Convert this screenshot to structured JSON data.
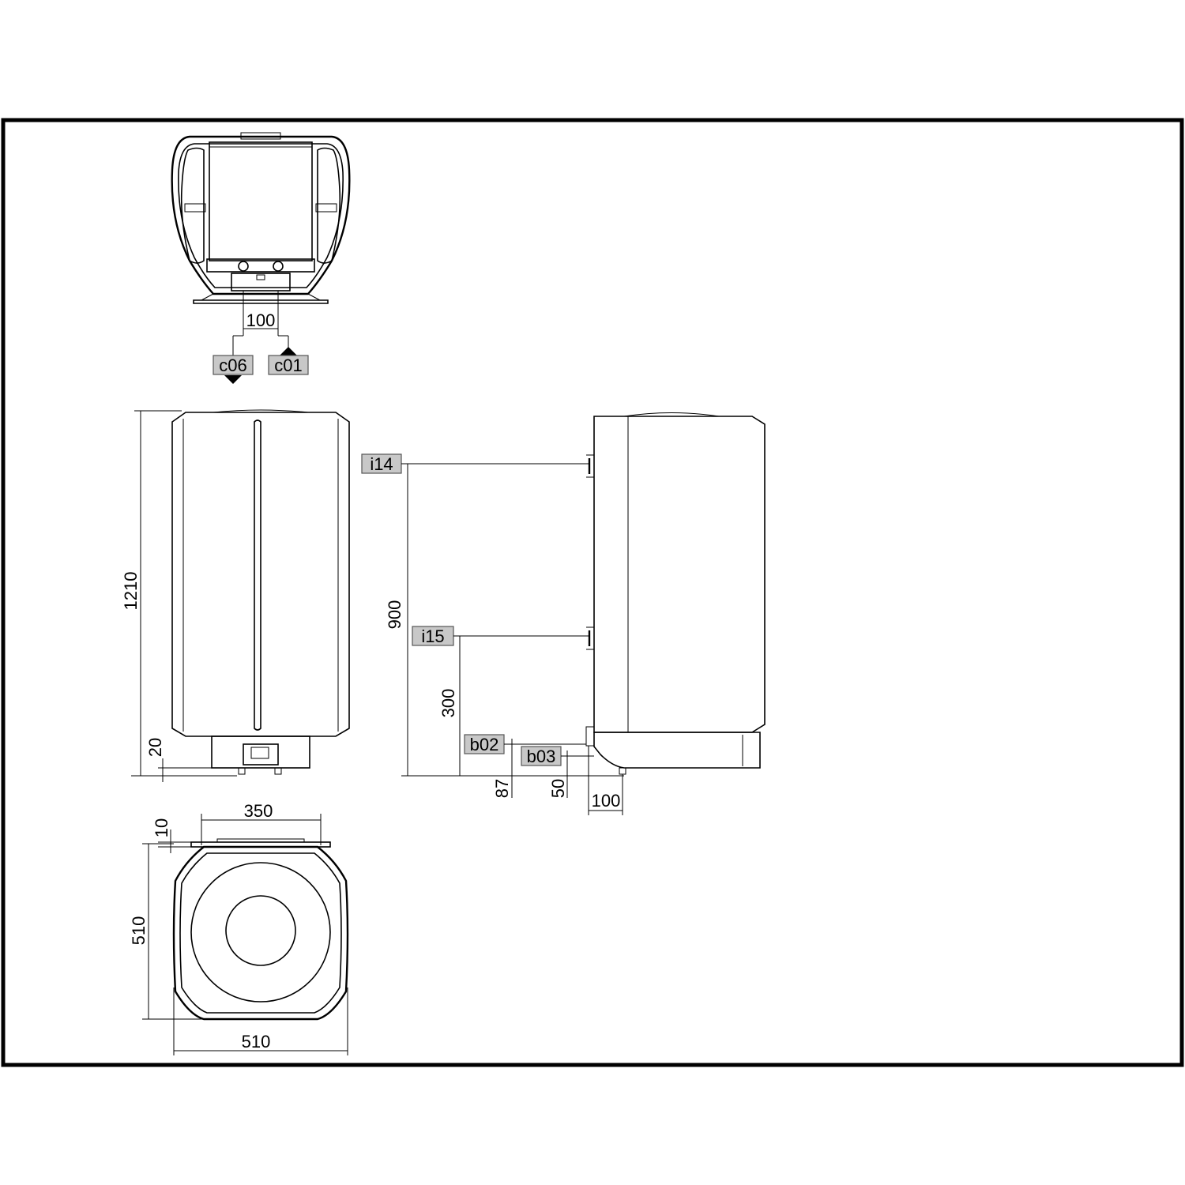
{
  "dimensions": {
    "top_view_spacing": "100",
    "front_height": "1210",
    "front_bottom_gap": "20",
    "side_upper": "900",
    "side_lower": "300",
    "side_b02": "87",
    "side_b03": "50",
    "side_offset": "100",
    "bracket_width": "350",
    "bracket_depth": "10",
    "bottom_depth": "510",
    "bottom_width": "510"
  },
  "labels": {
    "c06": "c06",
    "c01": "c01",
    "i14": "i14",
    "i15": "i15",
    "b02": "b02",
    "b03": "b03"
  },
  "colors": {
    "tag_fill": "#c8c8c8",
    "line": "#000000",
    "background": "#ffffff"
  }
}
